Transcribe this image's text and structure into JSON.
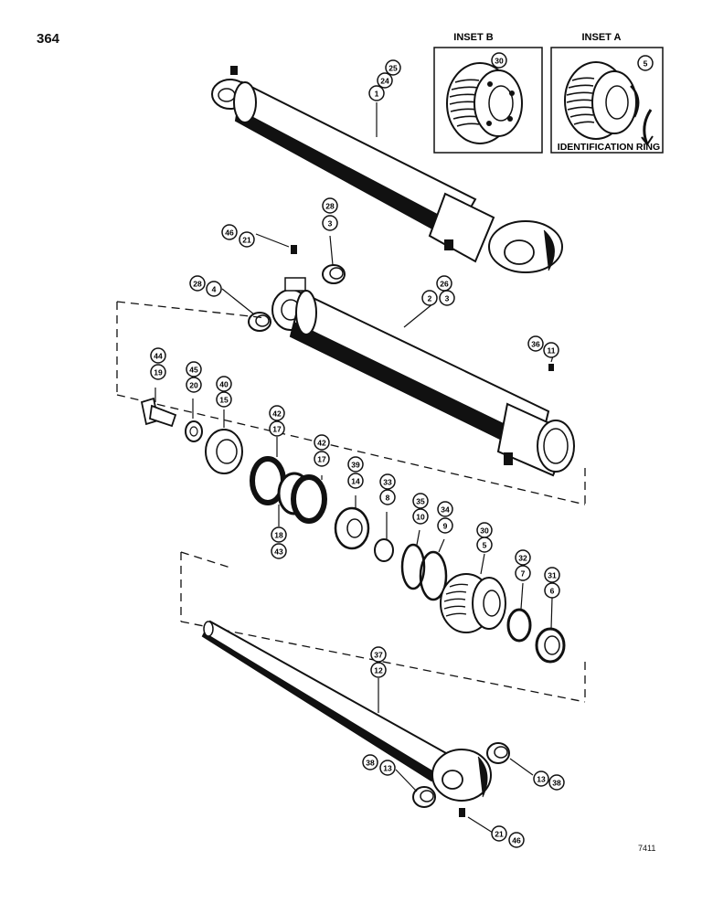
{
  "page_number": "364",
  "drawing_id": "7411",
  "insets": {
    "inset_b": {
      "title": "INSET B",
      "callout": "30"
    },
    "inset_a": {
      "title": "INSET A",
      "callout": "5",
      "note": "IDENTIFICATION RING"
    }
  },
  "callouts": [
    {
      "id": "c-25",
      "label": "25"
    },
    {
      "id": "c-24",
      "label": "24"
    },
    {
      "id": "c-1",
      "label": "1"
    },
    {
      "id": "c-28a",
      "label": "28"
    },
    {
      "id": "c-3a",
      "label": "3"
    },
    {
      "id": "c-46a",
      "label": "46"
    },
    {
      "id": "c-21a",
      "label": "21"
    },
    {
      "id": "c-28b",
      "label": "28"
    },
    {
      "id": "c-4",
      "label": "4"
    },
    {
      "id": "c-26",
      "label": "26"
    },
    {
      "id": "c-2",
      "label": "2"
    },
    {
      "id": "c-3b",
      "label": "3"
    },
    {
      "id": "c-36",
      "label": "36"
    },
    {
      "id": "c-11",
      "label": "11"
    },
    {
      "id": "c-44",
      "label": "44"
    },
    {
      "id": "c-19",
      "label": "19"
    },
    {
      "id": "c-45",
      "label": "45"
    },
    {
      "id": "c-20",
      "label": "20"
    },
    {
      "id": "c-40",
      "label": "40"
    },
    {
      "id": "c-15",
      "label": "15"
    },
    {
      "id": "c-42a",
      "label": "42"
    },
    {
      "id": "c-17a",
      "label": "17"
    },
    {
      "id": "c-42b",
      "label": "42"
    },
    {
      "id": "c-17b",
      "label": "17"
    },
    {
      "id": "c-18",
      "label": "18"
    },
    {
      "id": "c-43",
      "label": "43"
    },
    {
      "id": "c-39",
      "label": "39"
    },
    {
      "id": "c-14",
      "label": "14"
    },
    {
      "id": "c-33",
      "label": "33"
    },
    {
      "id": "c-8",
      "label": "8"
    },
    {
      "id": "c-35",
      "label": "35"
    },
    {
      "id": "c-10",
      "label": "10"
    },
    {
      "id": "c-34",
      "label": "34"
    },
    {
      "id": "c-9",
      "label": "9"
    },
    {
      "id": "c-30",
      "label": "30"
    },
    {
      "id": "c-5",
      "label": "5"
    },
    {
      "id": "c-32",
      "label": "32"
    },
    {
      "id": "c-7",
      "label": "7"
    },
    {
      "id": "c-31",
      "label": "31"
    },
    {
      "id": "c-6",
      "label": "6"
    },
    {
      "id": "c-37",
      "label": "37"
    },
    {
      "id": "c-12",
      "label": "12"
    },
    {
      "id": "c-38a",
      "label": "38"
    },
    {
      "id": "c-13a",
      "label": "13"
    },
    {
      "id": "c-13b",
      "label": "13"
    },
    {
      "id": "c-38b",
      "label": "38"
    },
    {
      "id": "c-21b",
      "label": "21"
    },
    {
      "id": "c-46b",
      "label": "46"
    }
  ]
}
